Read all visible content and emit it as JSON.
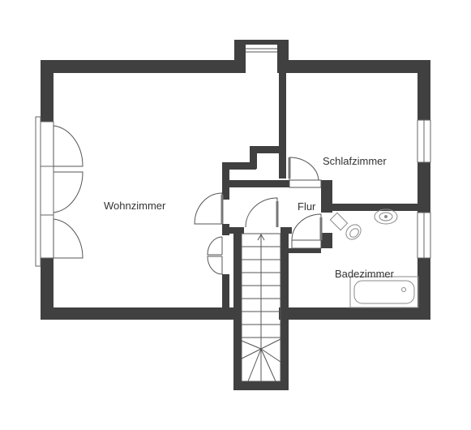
{
  "rooms": {
    "wohnzimmer": "Wohnzimmer",
    "schlafzimmer": "Schlafzimmer",
    "flur": "Flur",
    "badezimmer": "Badezimmer"
  },
  "colors": {
    "wall": "#404040",
    "line": "#555555",
    "window": "#666666",
    "fixture": "#8a8a8a",
    "background": "#ffffff"
  }
}
